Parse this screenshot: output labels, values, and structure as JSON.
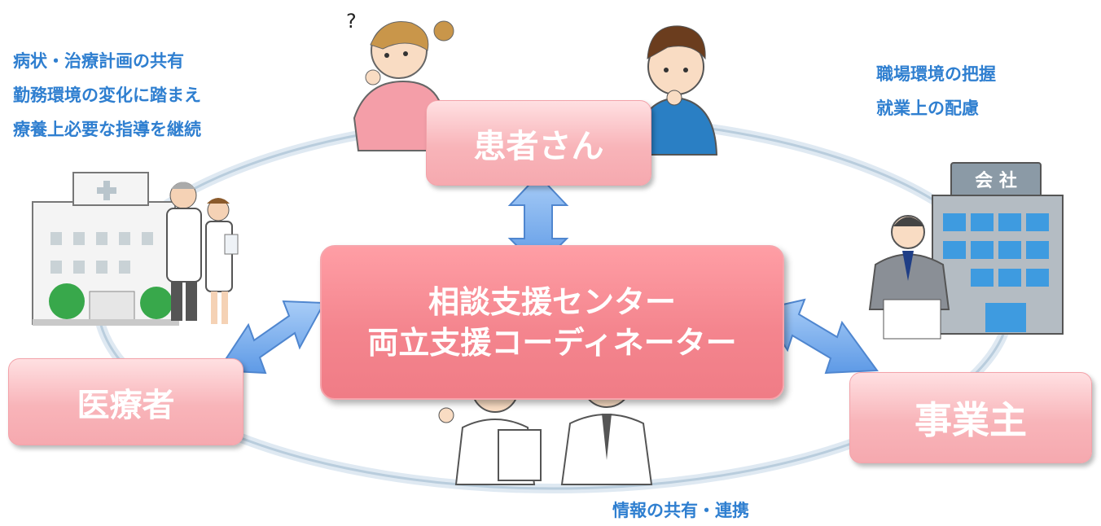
{
  "nodes": {
    "patient": "患者さん",
    "center_line1": "相談支援センター",
    "center_line2": "両立支援コーディネーター",
    "medical": "医療者",
    "employer": "事業主"
  },
  "notes_left": [
    "病状・治療計画の共有",
    "勤務環境の変化に踏まえ",
    "療養上必要な指導を継続"
  ],
  "notes_right": [
    "職場環境の把握",
    "就業上の配慮"
  ],
  "note_bottom": "情報の共有・連携",
  "question_mark": "?",
  "company_sign": "会 社",
  "colors": {
    "note_text": "#2f7fd0",
    "node_fill": "#f8b4b9",
    "center_fill": "#f4858e",
    "arrow_fill": "#7fb2f0",
    "ring": "#c8d8e6"
  },
  "icons": [
    "hospital-icon",
    "doctor-icon",
    "nurse-icon",
    "worried-woman-icon",
    "worried-man-icon",
    "company-building-icon",
    "businessman-icon",
    "female-coordinator-icon",
    "male-coordinator-icon"
  ]
}
